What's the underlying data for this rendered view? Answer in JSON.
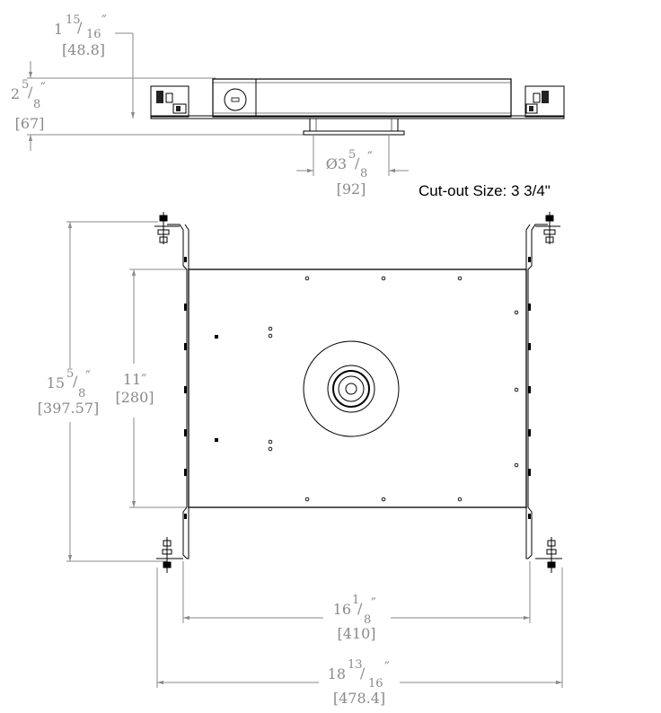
{
  "caption": "Cut-out Size: 3 3/4\"",
  "dimensions": {
    "top_offset": {
      "whole": "1",
      "num": "15",
      "den": "16",
      "mark": "″",
      "metric": "[48.8]"
    },
    "height": {
      "whole": "2",
      "num": "5",
      "den": "8",
      "mark": "″",
      "metric": "[67]"
    },
    "aperture": {
      "whole": "Ø3",
      "num": "5",
      "den": "8",
      "mark": "″",
      "metric": "[92]"
    },
    "outer_depth": {
      "whole": "15",
      "num": "5",
      "den": "8",
      "mark": "″",
      "metric": "[397.57]"
    },
    "inner_depth": {
      "text": "11″",
      "metric": "[280]"
    },
    "inner_width": {
      "whole": "16",
      "num": "1",
      "den": "8",
      "mark": "″",
      "metric": "[410]"
    },
    "outer_width": {
      "whole": "18",
      "num": "13",
      "den": "16",
      "mark": "″",
      "metric": "[478.4]"
    }
  }
}
